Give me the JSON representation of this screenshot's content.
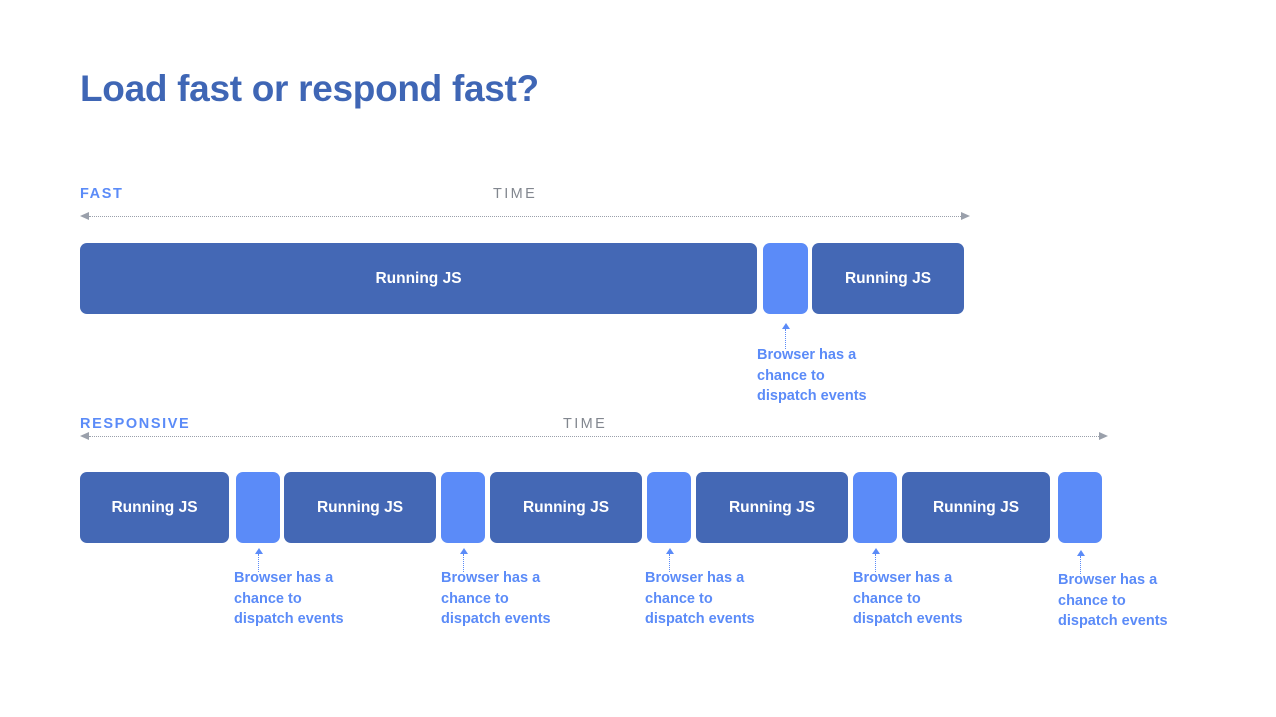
{
  "slide": {
    "title": "Load fast or respond fast?",
    "background": "#ffffff"
  },
  "colors": {
    "title": "#3f66b5",
    "running_js_block": "#4468b5",
    "idle_block": "#5b8bf8",
    "callout_text": "#5b8bf8",
    "axis": "#9aa0ab",
    "time_label": "#82878f",
    "row_label": "#5b8bf8"
  },
  "timelines": [
    {
      "row_label": "FAST",
      "time_label": "TIME",
      "blocks": [
        {
          "kind": "running-js",
          "label": "Running JS"
        },
        {
          "kind": "idle",
          "label": ""
        },
        {
          "kind": "running-js",
          "label": "Running JS"
        }
      ],
      "callouts": [
        {
          "text": "Browser has a\nchance to\ndispatch events"
        }
      ]
    },
    {
      "row_label": "RESPONSIVE",
      "time_label": "TIME",
      "blocks": [
        {
          "kind": "running-js",
          "label": "Running JS"
        },
        {
          "kind": "idle",
          "label": ""
        },
        {
          "kind": "running-js",
          "label": "Running JS"
        },
        {
          "kind": "idle",
          "label": ""
        },
        {
          "kind": "running-js",
          "label": "Running JS"
        },
        {
          "kind": "idle",
          "label": ""
        },
        {
          "kind": "running-js",
          "label": "Running JS"
        },
        {
          "kind": "idle",
          "label": ""
        },
        {
          "kind": "running-js",
          "label": "Running JS"
        },
        {
          "kind": "idle",
          "label": ""
        }
      ],
      "callouts": [
        {
          "text": "Browser has a\nchance to\ndispatch events"
        },
        {
          "text": "Browser has a\nchance to\ndispatch events"
        },
        {
          "text": "Browser has a\nchance to\ndispatch events"
        },
        {
          "text": "Browser has a\nchance to\ndispatch events"
        },
        {
          "text": "Browser has a\nchance to\ndispatch events"
        }
      ]
    }
  ]
}
